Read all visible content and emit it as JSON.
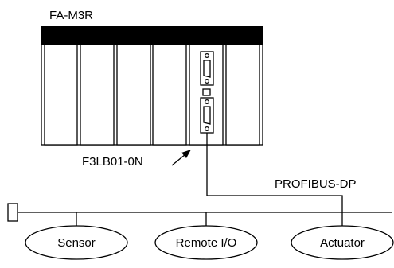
{
  "diagram": {
    "plc_label": "FA-M3R",
    "module_label": "F3LB01-0N",
    "bus_label": "PROFIBUS-DP",
    "devices": [
      {
        "label": "Sensor"
      },
      {
        "label": "Remote I/O"
      },
      {
        "label": "Actuator"
      }
    ]
  },
  "colors": {
    "line": "#000000",
    "rack_top_bar": "#000000",
    "background": "#ffffff"
  }
}
